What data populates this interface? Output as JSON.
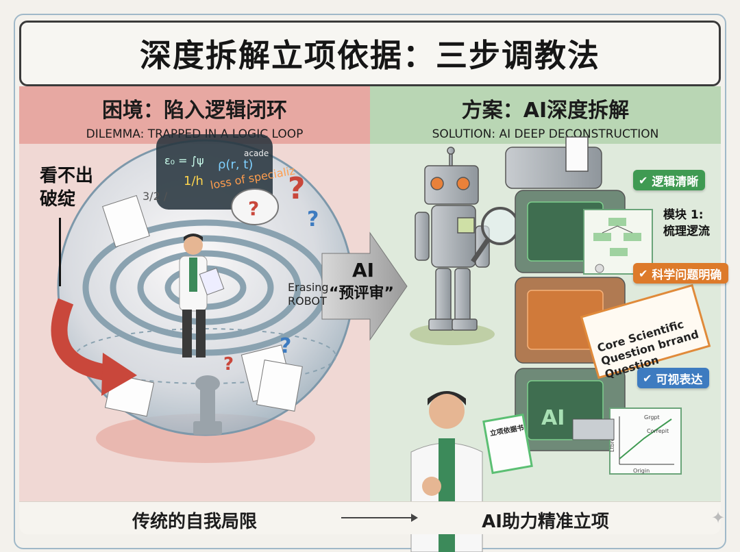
{
  "title": "深度拆解立项依据：三步调教法",
  "left_panel": {
    "heading_cn": "困境：陷入逻辑闭环",
    "heading_en": "DILEMMA: TRAPPED IN A LOGIC LOOP",
    "side_label_line1": "看不出",
    "side_label_line2": "破绽",
    "formula_texts": [
      "ε₀ = ∫ψ",
      "ρ(r, t)",
      "acade",
      "loss of specializ",
      "1/h",
      "3/2 /"
    ],
    "footer": "传统的自我局限"
  },
  "center_arrow": {
    "label_ai": "AI",
    "label_small_1": "Erasing",
    "label_small_2": "ROBOT",
    "label_cn": "“预评审”"
  },
  "right_panel": {
    "heading_cn": "方案：AI深度拆解",
    "heading_en": "SOLUTION: AI DEEP DECONSTRUCTION",
    "badges": [
      {
        "label": "逻辑清晰",
        "color": "#3f9a52"
      },
      {
        "label": "科学问题明确",
        "color": "#dd7a2a"
      },
      {
        "label": "可视表达",
        "color": "#3d7bc0"
      }
    ],
    "module_line1": "模块 1:",
    "module_line2": "梳理逻流",
    "core_card_lines": [
      "Core Scientific",
      "Question brrand",
      "Question"
    ],
    "ai_block_text": "AI",
    "document_label": "立项依据书",
    "chart_labels": [
      "Grgpt",
      "Correpit",
      "Origin",
      "Ltbrerb"
    ],
    "footer": "AI助力精准立项"
  },
  "colors": {
    "left_header": "#e7a8a2",
    "left_bg": "#f0d8d4",
    "right_header": "#b9d6b4",
    "right_bg": "#dfeadc",
    "arrow_red": "#c9473b"
  }
}
